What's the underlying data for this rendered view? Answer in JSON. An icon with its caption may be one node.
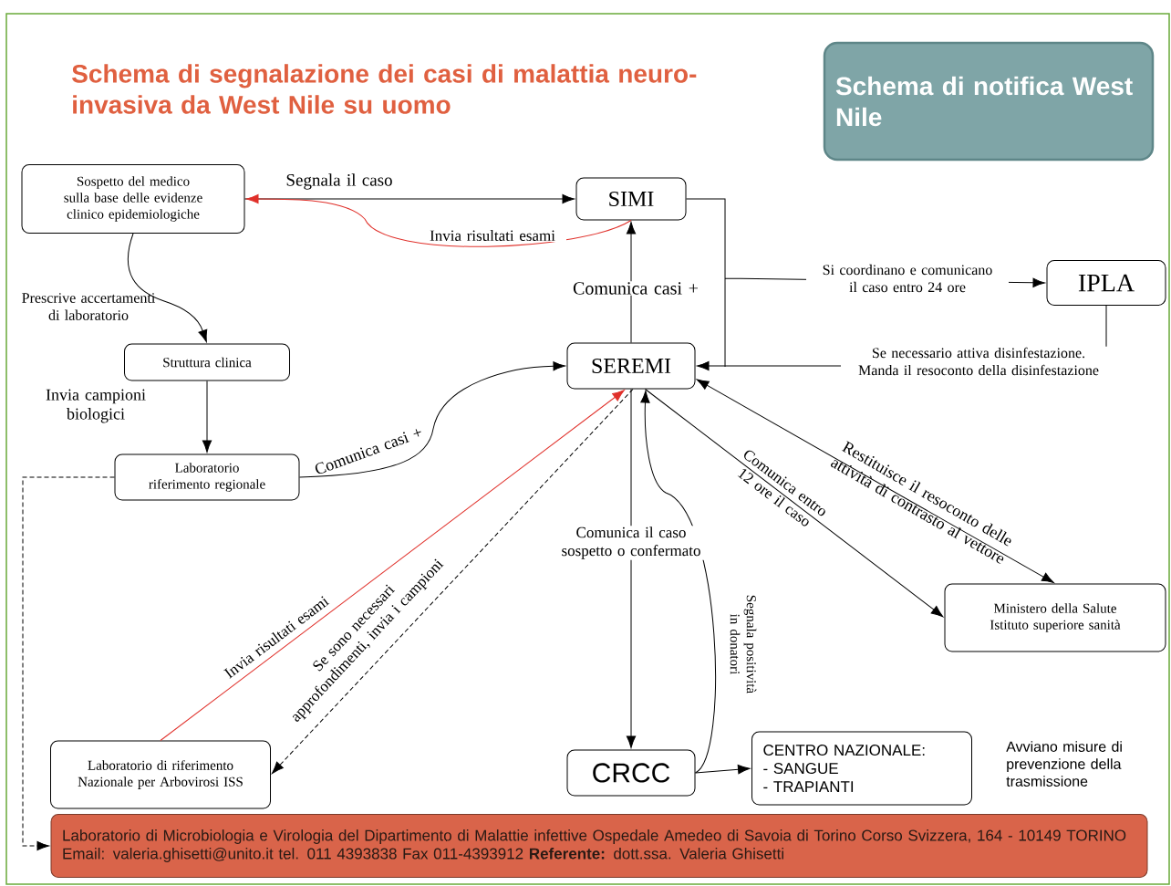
{
  "diagram": {
    "title": "Schema di segnalazione dei casi di malattia neuro-invasiva da West Nile su uomo",
    "nodes": [
      {
        "text": [
          "Schema di notifica West Nile"
        ]
      },
      {
        "text": [
          "Sospetto del medico sulla base delle evidenze clinico epidemiologiche"
        ]
      },
      {
        "text": [
          "SIMI"
        ]
      },
      {
        "text": [
          "IPLA"
        ]
      },
      {
        "text": [
          "Struttura clinica"
        ]
      },
      {
        "text": [
          "SEREMI"
        ]
      },
      {
        "text": [
          "Laboratorio riferimento regionale"
        ]
      },
      {
        "text": [
          "Ministero della Salute",
          "Istituto superiore sanità"
        ]
      },
      {
        "text": [
          "Laboratorio di riferimento Nazionale per Arbovirosi ISS"
        ]
      },
      {
        "text": [
          "CRCC"
        ]
      },
      {
        "text": [
          "CENTRO NAZIONALE:",
          "- SANGUE",
          "- TRAPIANTI"
        ]
      },
      {
        "text": [
          "Laboratorio di Microbiologia e Virologia del Dipartimento di Malattie infettive Ospedale Amedeo di Savoia di Torino Corso Svizzera, 164 - 10149 TORINO Email: valeria.ghisetti@unito.it tel. 011 4393838 Fax 011-4393912 **Referente:** dott.ssa. Valeria Ghisetti"
        ]
      }
    ],
    "edges": [
      {
        "from": 1,
        "to": 2,
        "arrow": "to",
        "label": "Segnala il caso"
      },
      {
        "from": 2,
        "to": 1,
        "arrow": "to",
        "label": "Invia risultati esami",
        "color": "#e0302a"
      },
      {
        "from": 1,
        "to": 4,
        "arrow": "to",
        "label": "Prescrive accertamenti di laboratorio"
      },
      {
        "from": 4,
        "to": 6,
        "arrow": "to",
        "label": "Invia campioni biologici"
      },
      {
        "from": 6,
        "to": 5,
        "arrow": "to",
        "label": "Comunica casi +"
      },
      {
        "from": 5,
        "to": 2,
        "arrow": "to",
        "label": "Comunica casi +"
      },
      {
        "from": 2,
        "to": 3,
        "arrow": "to",
        "label": "Si coordinano e comunicano il caso entro 24 ore"
      },
      {
        "from": 3,
        "to": 5,
        "arrow": "to",
        "label": "Se necessario attiva disinfestazione. Manda il resoconto della disinfestazione"
      },
      {
        "from": 5,
        "to": 7,
        "arrow": "to",
        "label": "Comunica entro 12 ore il caso"
      },
      {
        "from": 7,
        "to": 5,
        "arrow": "both",
        "label": "Restituisce il resoconto delle attività di contrasto al vettore"
      },
      {
        "from": 5,
        "to": 9,
        "arrow": "to",
        "label": "Comunica il caso sospetto o confermato"
      },
      {
        "from": 9,
        "to": 5,
        "arrow": "to",
        "label": "Segnala positività in donatori"
      },
      {
        "from": 9,
        "to": 10,
        "arrow": "to"
      },
      {
        "from": 8,
        "to": 5,
        "arrow": "to",
        "label": "Invia risultati esami",
        "color": "#e0302a"
      },
      {
        "from": 5,
        "to": 8,
        "arrow": "to",
        "label": "Se sono necessari approfondimenti, invia i campioni",
        "style": "dashed"
      },
      {
        "from": 6,
        "to": 11,
        "arrow": "to",
        "style": "dashed"
      }
    ],
    "labels": [
      "Avviano misure di prevenzione della trasmissione"
    ]
  }
}
